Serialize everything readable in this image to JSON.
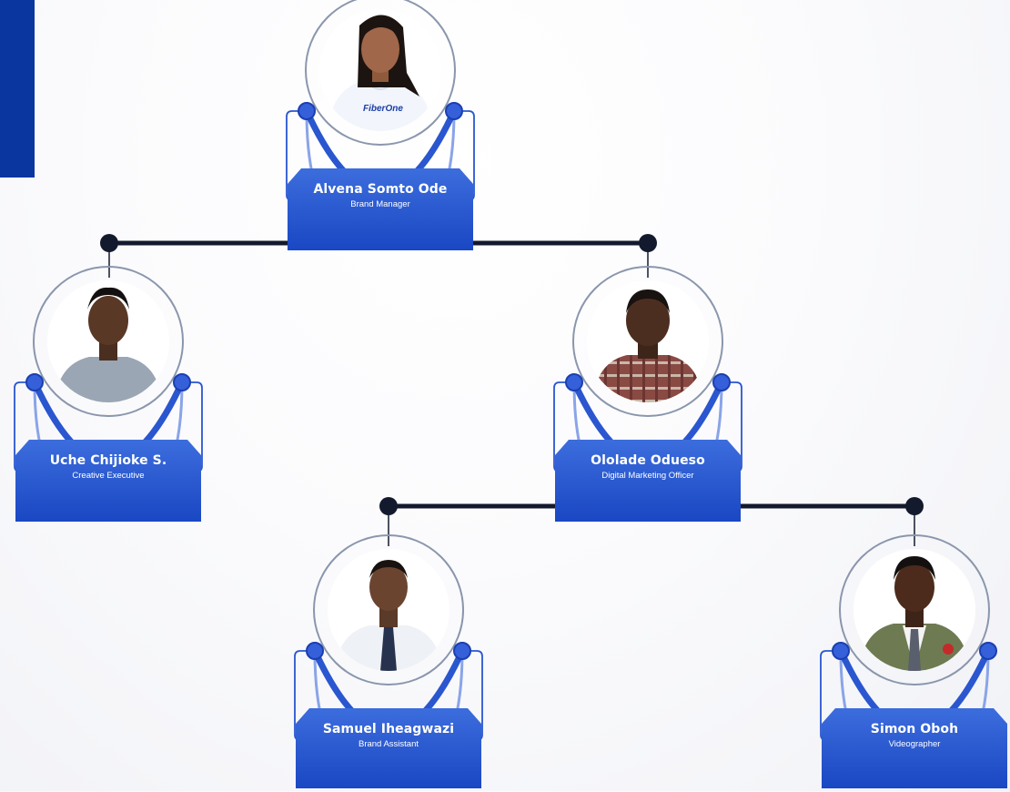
{
  "colors": {
    "accent_navy": "#0a36a0",
    "plate_blue_top": "#3c6ddd",
    "plate_blue_bottom": "#1a47c3",
    "ring_blue": "#2a56cf",
    "connector": "#131a2e",
    "text_on_plate": "#ffffff"
  },
  "org_chart": {
    "members": [
      {
        "name": "Alvena Somto Ode",
        "role": "Brand Manager",
        "photo": "woman in white FiberOne hoodie",
        "photo_text": "FiberOne"
      },
      {
        "name": "Uche Chijioke S.",
        "role": "Creative Executive",
        "photo": "man in grey t-shirt"
      },
      {
        "name": "Ololade Odueso",
        "role": "Digital Marketing Officer",
        "photo": "man in checked shirt"
      },
      {
        "name": "Samuel Iheagwazi",
        "role": "Brand Assistant",
        "photo": "man in white shirt and tie"
      },
      {
        "name": "Simon Oboh",
        "role": "Videographer",
        "photo": "man in olive suit"
      }
    ]
  }
}
